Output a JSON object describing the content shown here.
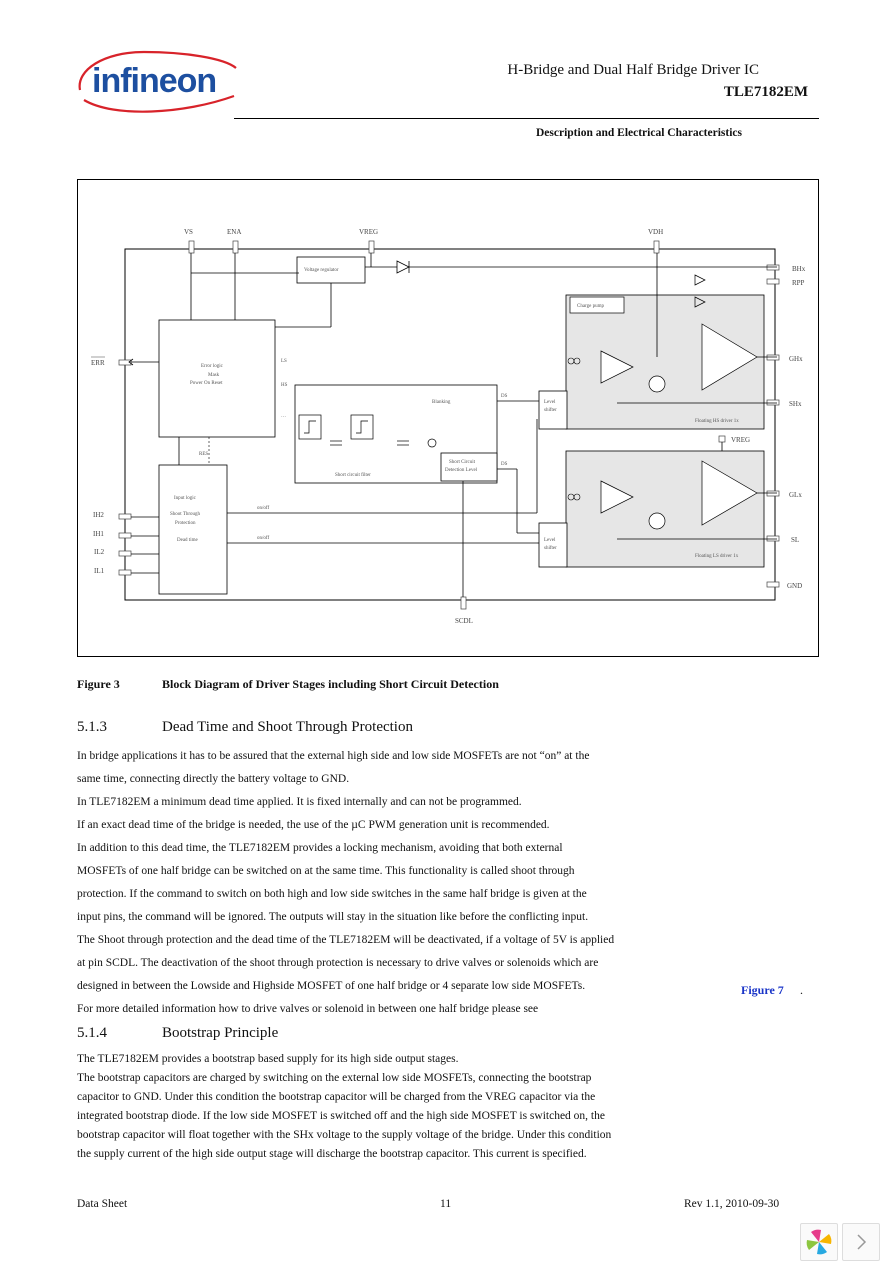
{
  "header": {
    "logo_text": "infineon",
    "doc_title": "H-Bridge and Dual Half Bridge Driver IC",
    "part_number": "TLE7182EM",
    "section_head": "Description and Electrical Characteristics"
  },
  "diagram": {
    "pins_top": [
      "VS",
      "ENA",
      "VREG",
      "VDH"
    ],
    "pins_left": [
      "ERR",
      "IH2",
      "IH1",
      "IL2",
      "IL1"
    ],
    "pins_right": [
      "BHx",
      "RPP",
      "GHx",
      "SHx",
      "VREG",
      "GLx",
      "SL",
      "GND"
    ],
    "pin_bottom": "SCDL",
    "blocks": {
      "voltage_regulator": "Voltage regulator",
      "error_logic": [
        "Error logic",
        "Mask",
        "Power On Reset"
      ],
      "short_circuit_filter": "Short circuit filter",
      "blanking": "Blanking",
      "short_circuit_detection": [
        "Short Circuit",
        "Detection Level"
      ],
      "input_logic": [
        "Input logic",
        "Shoot Through",
        "Protection",
        "Dead time"
      ],
      "charge_pump": "Charge pump",
      "level_shifter_h": [
        "Level",
        "shifter"
      ],
      "level_shifter_l": [
        "Level",
        "shifter"
      ],
      "floating_hs": "Floating HS driver 1x",
      "floating_ls": "Floating LS driver 1x"
    },
    "signal_marks": {
      "ls_feedback": "LS",
      "hs_feedback": "HS",
      "dual_dash": "…",
      "on_off_hs": "on/off",
      "on_off_ls": "on/off",
      "ds_hs": "DS",
      "ds_ls": "DS",
      "reset": "RES"
    }
  },
  "figure": {
    "number": "Figure 3",
    "title": "Block Diagram of Driver Stages including Short Circuit Detection"
  },
  "section_513": {
    "number": "5.1.3",
    "title": "Dead Time and Shoot Through Protection",
    "lines": [
      "In bridge applications it has to be assured that the external high side and low side MOSFETs are not “on” at the",
      "same time, connecting directly the battery voltage to GND.",
      "In TLE7182EM a minimum dead time applied. It is fixed internally and can not be programmed.",
      "If an exact dead time of the bridge is needed, the use of the µC PWM generation unit is recommended.",
      "In addition to this dead time, the TLE7182EM provides a locking mechanism, avoiding that both external",
      "MOSFETs of one half bridge can be switched on at the same time. This functionality is called shoot through",
      "protection. If the command to switch on both high and low side switches in the same half bridge is given at the",
      "input pins, the command will be ignored. The outputs will stay in the situation like before the conflicting input.",
      "The Shoot through protection and the dead time of the TLE7182EM will be deactivated, if a voltage of 5V is applied",
      "at pin SCDL. The deactivation of the shoot through protection is necessary to drive valves or solenoids which are",
      "designed in between the Lowside and Highside MOSFET of one half bridge or 4 separate low side MOSFETs.",
      "For more detailed information how to drive valves or solenoid in between one half bridge please see"
    ],
    "figure_ref": "Figure 7",
    "figure_ref_end": "."
  },
  "section_514": {
    "number": "5.1.4",
    "title": "Bootstrap Principle",
    "lines": [
      "The TLE7182EM provides a bootstrap based supply for its high side output stages.",
      "The bootstrap capacitors are charged by switching on the external low side MOSFETs, connecting the bootstrap",
      "capacitor to GND. Under this condition the bootstrap capacitor will be charged from the VREG capacitor via the",
      "integrated bootstrap diode. If the low side MOSFET is switched off and the high side MOSFET is switched on, the",
      "bootstrap capacitor will float together with the SHx voltage to the supply voltage of the bridge. Under this condition",
      "the supply current of the high side output stage will discharge the bootstrap capacitor. This current is specified."
    ]
  },
  "footer": {
    "left": "Data Sheet",
    "page": "11",
    "right": "Rev 1.1, 2010-09-30"
  },
  "colors": {
    "logo_blue": "#1d4fa0",
    "logo_red": "#d8232a",
    "figure_link": "#1a35c8",
    "driver_fill": "#e6e6e6"
  },
  "icons": {
    "viewer_logo": "colorful-pinwheel-icon",
    "next_page": "chevron-right-icon"
  }
}
